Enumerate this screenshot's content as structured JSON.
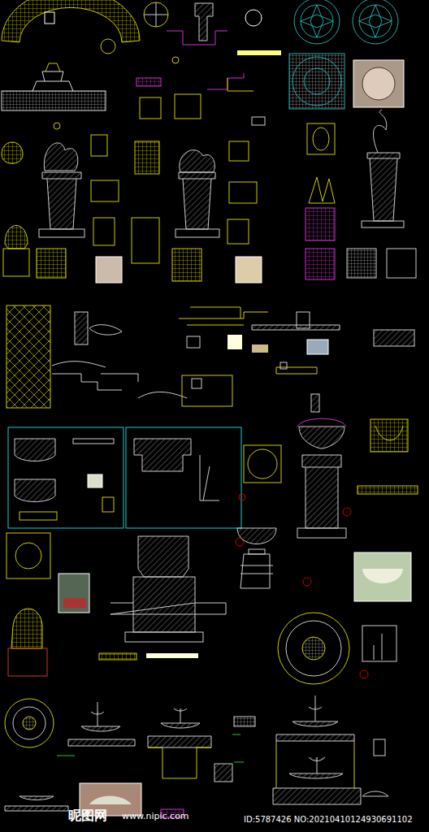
{
  "diagram": {
    "labels": [
      "昵图网",
      "www.nipic.com",
      "ID:5787426 NO:20210410124930691102"
    ]
  }
}
